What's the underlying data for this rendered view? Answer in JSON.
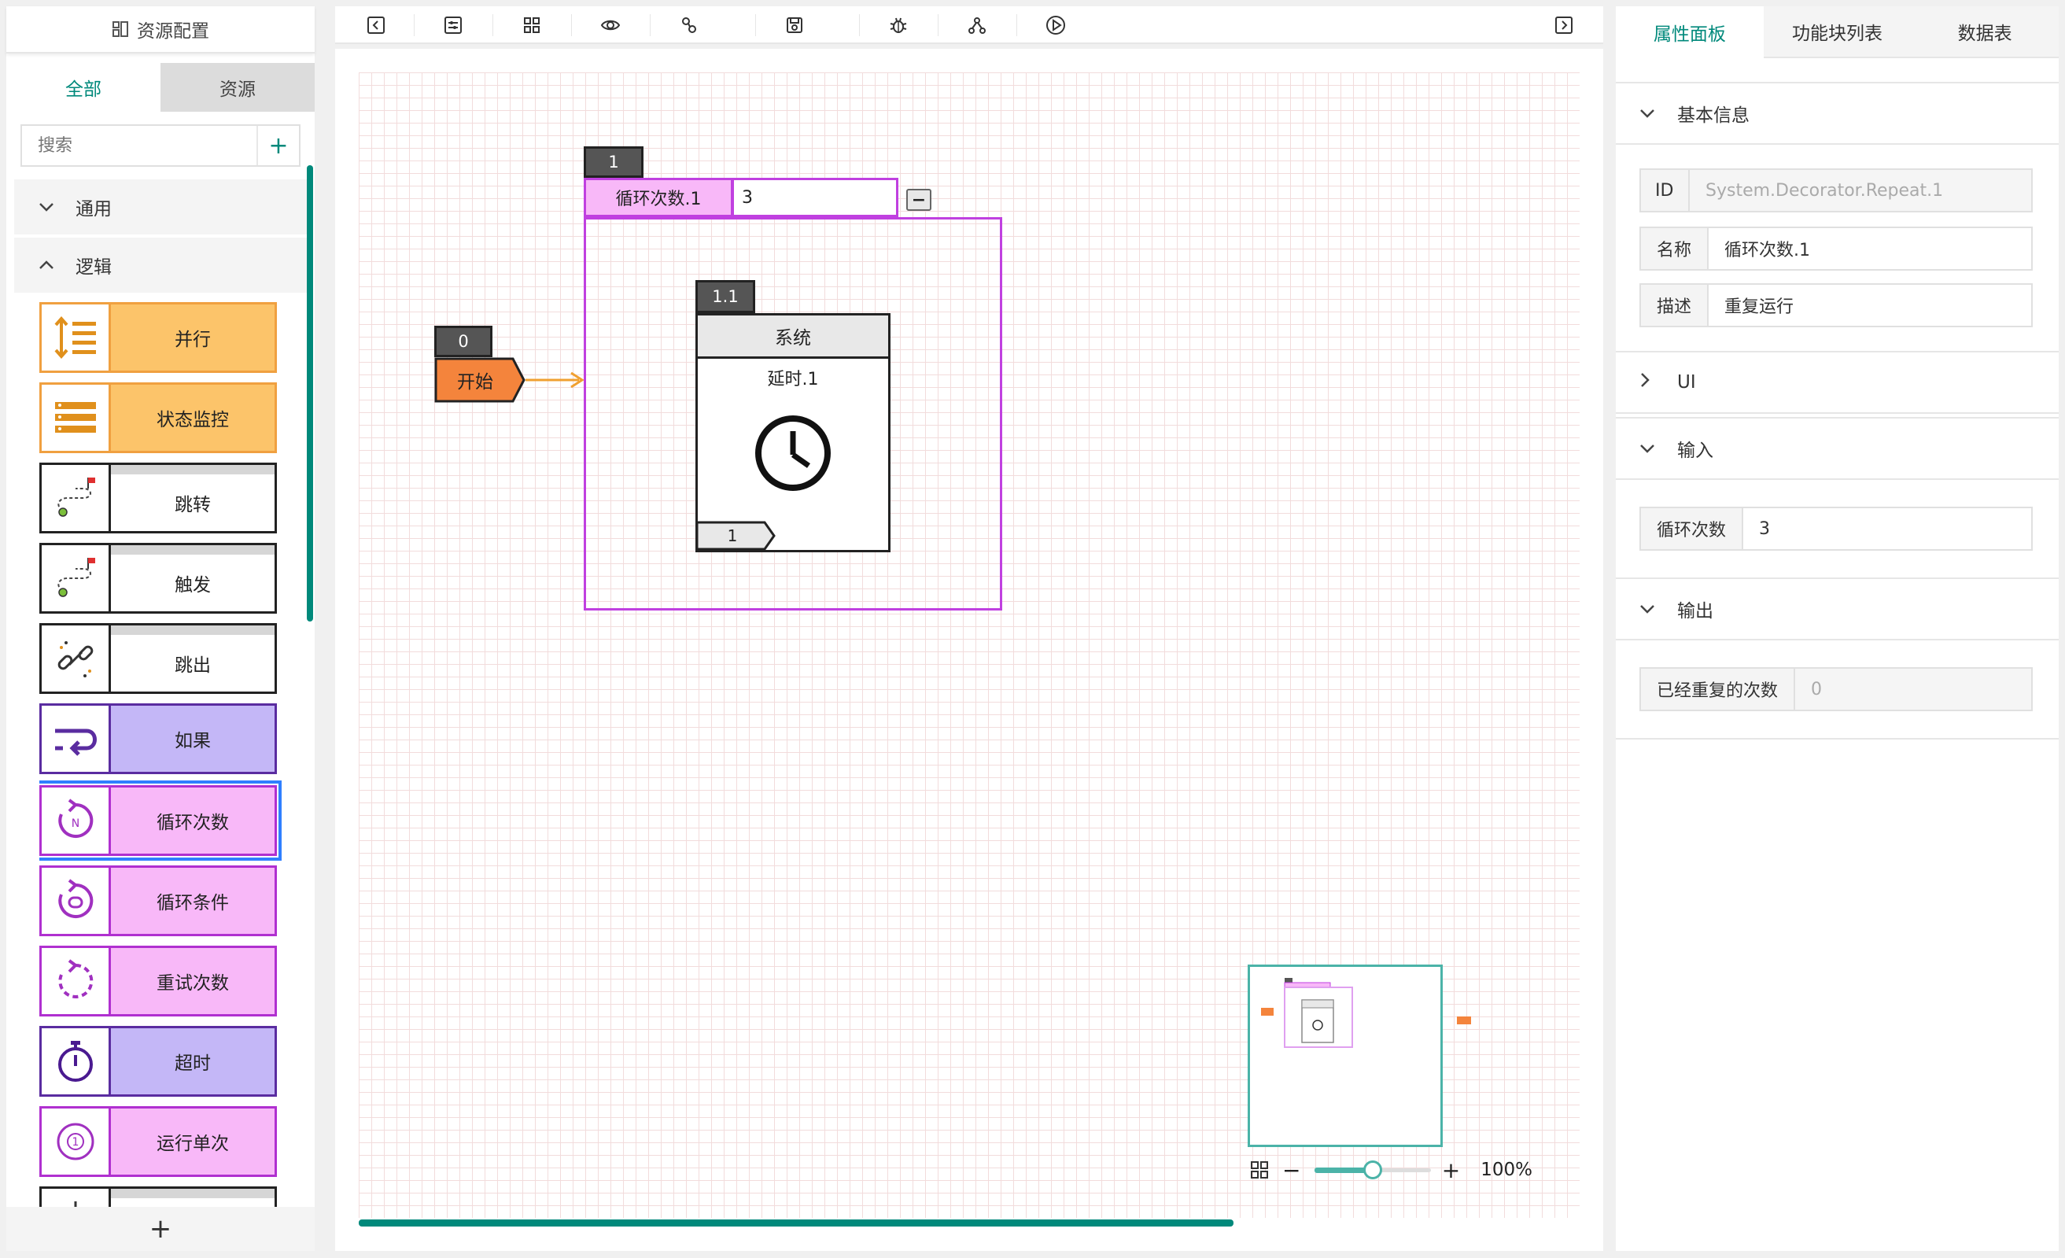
{
  "left_panel": {
    "title": "资源配置",
    "tabs": [
      "全部",
      "资源"
    ],
    "search": {
      "placeholder": "搜索",
      "add_label": "+"
    },
    "groups": [
      {
        "label": "通用",
        "expanded": false
      },
      {
        "label": "逻辑",
        "expanded": true
      }
    ],
    "blocks": [
      {
        "label": "并行",
        "color": "orange",
        "icon": "parallel-icon"
      },
      {
        "label": "状态监控",
        "color": "orange",
        "icon": "status-monitor-icon"
      },
      {
        "label": "跳转",
        "color": "black",
        "icon": "jump-route-icon"
      },
      {
        "label": "触发",
        "color": "black",
        "icon": "trigger-route-icon"
      },
      {
        "label": "跳出",
        "color": "black",
        "icon": "break-chain-icon"
      },
      {
        "label": "如果",
        "color": "purple",
        "icon": "if-return-icon"
      },
      {
        "label": "循环次数",
        "color": "pink",
        "icon": "loop-count-icon",
        "selected": true
      },
      {
        "label": "循环条件",
        "color": "pink",
        "icon": "loop-condition-icon"
      },
      {
        "label": "重试次数",
        "color": "pink",
        "icon": "retry-icon"
      },
      {
        "label": "超时",
        "color": "purple",
        "icon": "stopwatch-icon"
      },
      {
        "label": "运行单次",
        "color": "pink",
        "icon": "run-once-icon"
      }
    ],
    "footer_add": "+"
  },
  "toolbar": {
    "icons": [
      "collapse-left-icon",
      "settings-sliders-icon",
      "fit-view-icon",
      "preview-eye-icon",
      "link-icon",
      "save-icon",
      "debug-bug-icon",
      "network-icon",
      "play-icon",
      "collapse-right-icon"
    ]
  },
  "canvas": {
    "start_node": {
      "id": "0",
      "label": "开始"
    },
    "loop_node": {
      "id": "1",
      "name": "循环次数.1",
      "value": "3",
      "collapse_label": "−"
    },
    "system_node": {
      "id": "1.1",
      "header": "系统",
      "name": "延时.1",
      "port_label": "1"
    },
    "zoom": {
      "level": "100%",
      "fraction": 0.5
    }
  },
  "right_panel": {
    "tabs": [
      "属性面板",
      "功能块列表",
      "数据表"
    ],
    "sections": {
      "basic": "基本信息",
      "ui": "UI",
      "input": "输入",
      "output": "输出"
    },
    "basic_fields": {
      "id_label": "ID",
      "id_value": "System.Decorator.Repeat.1",
      "name_label": "名称",
      "name_value": "循环次数.1",
      "desc_label": "描述",
      "desc_value": "重复运行"
    },
    "input_fields": {
      "count_label": "循环次数",
      "count_value": "3"
    },
    "output_fields": {
      "repeated_label": "已经重复的次数",
      "repeated_value": "0"
    }
  },
  "colors": {
    "accent": "#00897b",
    "orange_block": "#fcc46a",
    "pink_block": "#f8b8f8",
    "purple_block": "#c4b7f7",
    "loop_border": "#c040e0",
    "start_fill": "#f4843c"
  }
}
